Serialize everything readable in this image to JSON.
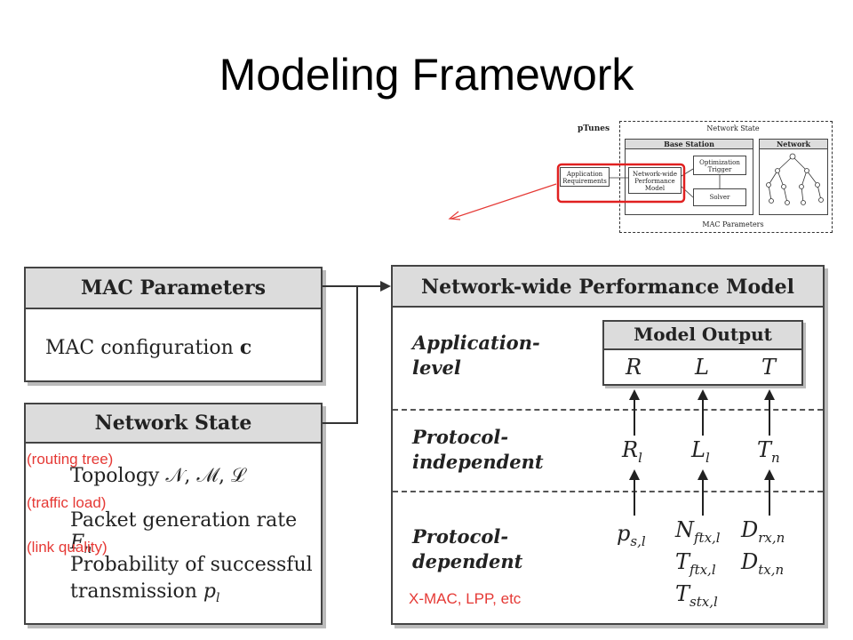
{
  "title": "Modeling Framework",
  "thumbnail": {
    "ptunes": "pTunes",
    "network_state": "Network State",
    "base_station": "Base Station",
    "network": "Network",
    "application_requirements": "Application Requirements",
    "performance_model": "Network-wide Performance Model",
    "optimization_trigger": "Optimization Trigger",
    "solver": "Solver",
    "mac_parameters": "MAC Parameters"
  },
  "mac_box": {
    "header": "MAC Parameters",
    "line": "MAC configuration",
    "symbol": "c"
  },
  "netstate_box": {
    "header": "Network State",
    "topology": "Topology 𝒩, ℳ, ℒ",
    "packet_rate": "Packet generation rate",
    "packet_rate_symbol": "F",
    "packet_rate_sub": "n",
    "prob_line1": "Probability of successful",
    "prob_line2": "transmission",
    "prob_symbol": "p",
    "prob_sub": "l"
  },
  "annotations": {
    "routing": "(routing tree)",
    "traffic": "(traffic load)",
    "link": "(link quality)",
    "mac_protocols": "X-MAC, LPP, etc"
  },
  "perf_box": {
    "header": "Network-wide Performance Model",
    "levels": {
      "application": [
        "Application-",
        "level"
      ],
      "independent": [
        "Protocol-",
        "independent"
      ],
      "dependent": [
        "Protocol-",
        "dependent"
      ]
    },
    "output": {
      "header": "Model Output",
      "R": "R",
      "L": "L",
      "T": "T"
    },
    "independent_vars": {
      "R": "R",
      "R_sub": "l",
      "L": "L",
      "L_sub": "l",
      "T": "T",
      "T_sub": "n"
    },
    "dependent_vars": {
      "p": "p",
      "p_sub": "s,l",
      "N": "N",
      "N_sub": "ftx,l",
      "Tf": "T",
      "Tf_sub": "ftx,l",
      "Ts": "T",
      "Ts_sub": "stx,l",
      "Drx": "D",
      "Drx_sub": "rx,n",
      "Dtx": "D",
      "Dtx_sub": "tx,n"
    }
  },
  "colors": {
    "annotation": "#e53935",
    "header_fill": "#dcdcdc",
    "highlight": "#e02020"
  }
}
